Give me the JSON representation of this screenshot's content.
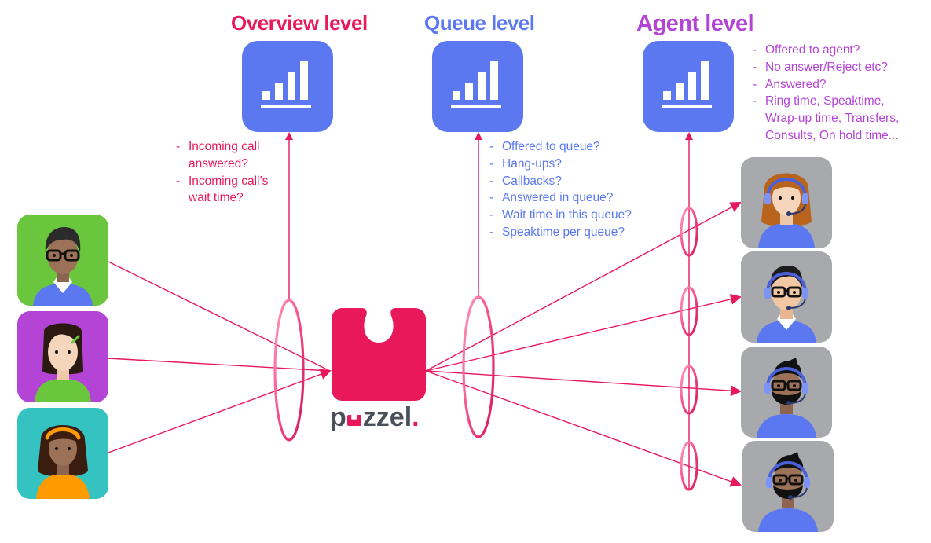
{
  "levels": [
    {
      "title": "Overview level",
      "color": "#e8185a",
      "icon": "bar-chart-icon",
      "metrics": [
        "Incoming call answered?",
        "Incoming call’s wait time?"
      ],
      "metrics_lines": [
        [
          "Incoming call",
          "answered?"
        ],
        [
          "Incoming call’s",
          "wait time?"
        ]
      ]
    },
    {
      "title": "Queue level",
      "color": "#5b78f0",
      "icon": "bar-chart-icon",
      "metrics": [
        "Offered to queue?",
        "Hang-ups?",
        "Callbacks?",
        "Answered in queue?",
        "Wait time in this queue?",
        "Speaktime per queue?"
      ]
    },
    {
      "title": "Agent level",
      "color": "#b444d6",
      "icon": "bar-chart-icon",
      "metrics": [
        "Offered to agent?",
        "No answer/Reject etc?",
        "Answered?",
        "Ring time, Speaktime, Wrap-up time, Transfers, Consults, On hold time..."
      ],
      "metrics_lines": [
        [
          "Offered to agent?"
        ],
        [
          "No answer/Reject etc?"
        ],
        [
          "Answered?"
        ],
        [
          "Ring time, Speaktime,",
          "Wrap-up time, Transfers,",
          "Consults, On hold time..."
        ]
      ]
    }
  ],
  "callers": [
    {
      "name": "caller-man-glasses",
      "background": "#6ac73d"
    },
    {
      "name": "caller-woman-dark-hair",
      "background": "#b444d6"
    },
    {
      "name": "caller-woman-curly-hair",
      "background": "#34c3c0"
    }
  ],
  "agents": [
    {
      "name": "agent-woman-red-hair",
      "background": "#a8a9ad"
    },
    {
      "name": "agent-man-glasses",
      "background": "#a8a9ad"
    },
    {
      "name": "agent-man-beard-1",
      "background": "#a8a9ad"
    },
    {
      "name": "agent-man-beard-2",
      "background": "#a8a9ad"
    }
  ],
  "hub": {
    "logo_text_p": "p",
    "logo_text_rest": "zzel",
    "logo_dot": ".",
    "brand_color": "#e8185a",
    "text_color": "#4a4f5a"
  },
  "colors": {
    "arrow": "#e8185a",
    "ellipse": "#e8185a",
    "icon_bg": "#5b78f0"
  }
}
